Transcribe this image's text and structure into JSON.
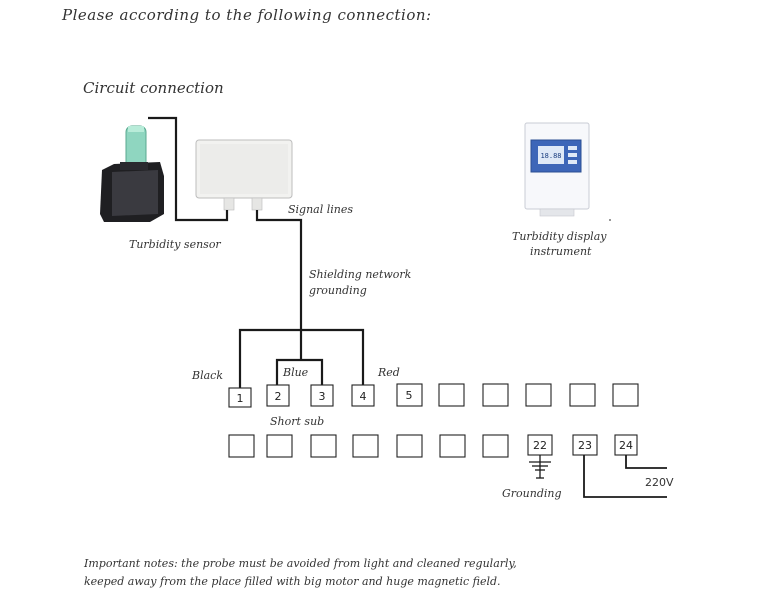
{
  "heading": "Please according to the following connection:",
  "subheading": "Circuit connection",
  "labels": {
    "sensor": "Turbidity sensor",
    "signal_lines": "Signal lines",
    "display_line1": "Turbidity display",
    "display_line2": "instrument",
    "shielding_line1": "Shielding network",
    "shielding_line2": "grounding",
    "black": "Black",
    "blue": "Blue",
    "red": "Red",
    "short_sub": "Short sub",
    "grounding": "Grounding",
    "voltage": "220V"
  },
  "device_screen": "18.88",
  "terminals": {
    "row1": [
      "1",
      "2",
      "3",
      "4",
      "5",
      "",
      "",
      "",
      "",
      ""
    ],
    "row2": [
      "",
      "",
      "",
      "",
      "",
      "",
      "",
      "22",
      "23",
      "24"
    ]
  },
  "notes": {
    "line1": "Important notes: the probe must be avoided from light and cleaned regularly,",
    "line2": "keeped away from the place filled with big motor and huge magnetic field."
  }
}
